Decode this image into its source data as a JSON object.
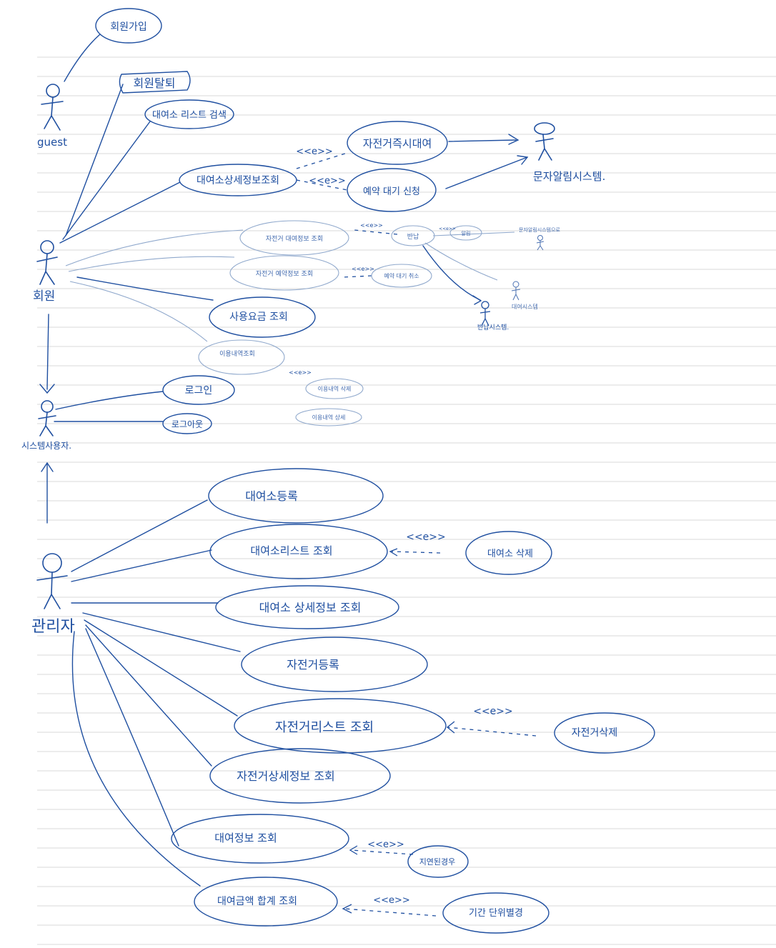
{
  "colors": {
    "ink": "#1f4fa0",
    "ink_light": "#8fa8cc",
    "rule": "#d9d9d9"
  },
  "actors": {
    "guest": "guest",
    "member": "회원",
    "system_user": "시스템사용자.",
    "admin": "관리자",
    "sms_system": "문자알림시스템."
  },
  "stereotype": "<<e>>",
  "use_cases": {
    "signup": "회원가입",
    "withdraw": "회원탈퇴",
    "rental_list_search": "대여소 리스트 검색",
    "rental_detail": "대여소상세정보조회",
    "bike_return": "자전거즉시대여",
    "reservation": "예약 대기 신청",
    "usage_fee": "사용요금 조회",
    "login": "로그인",
    "logout": "로그아웃",
    "admin_register": "대여소등록",
    "admin_list": "대여소리스트 조회",
    "admin_delete": "대여소 삭제",
    "admin_detail": "대여소 상세정보 조회",
    "bike_register": "자전거등록",
    "bike_list": "자전거리스트 조회",
    "bike_delete": "자전거삭제",
    "bike_detail": "자전거상세정보 조회",
    "rent_info": "대여정보 조회",
    "rent_delay": "지연된경우",
    "revenue": "대여금액 합계 조회",
    "period": "기간 단위별경"
  },
  "light_use_cases": {
    "rent_history": "자전거 대여정보 조회",
    "reserve_history": "자전거 예약정보 조회",
    "reserve_cancel": "예약 대기 취소",
    "return_bike": "반납",
    "notify": "알림",
    "sms_label": "문자알림시스템으로",
    "return_system": "반납시스템.",
    "rental_system": "대여시스템",
    "usage_history": "이용내역조회",
    "usage_delete": "이용내역 삭제",
    "usage_detail": "이용내역 상세"
  }
}
